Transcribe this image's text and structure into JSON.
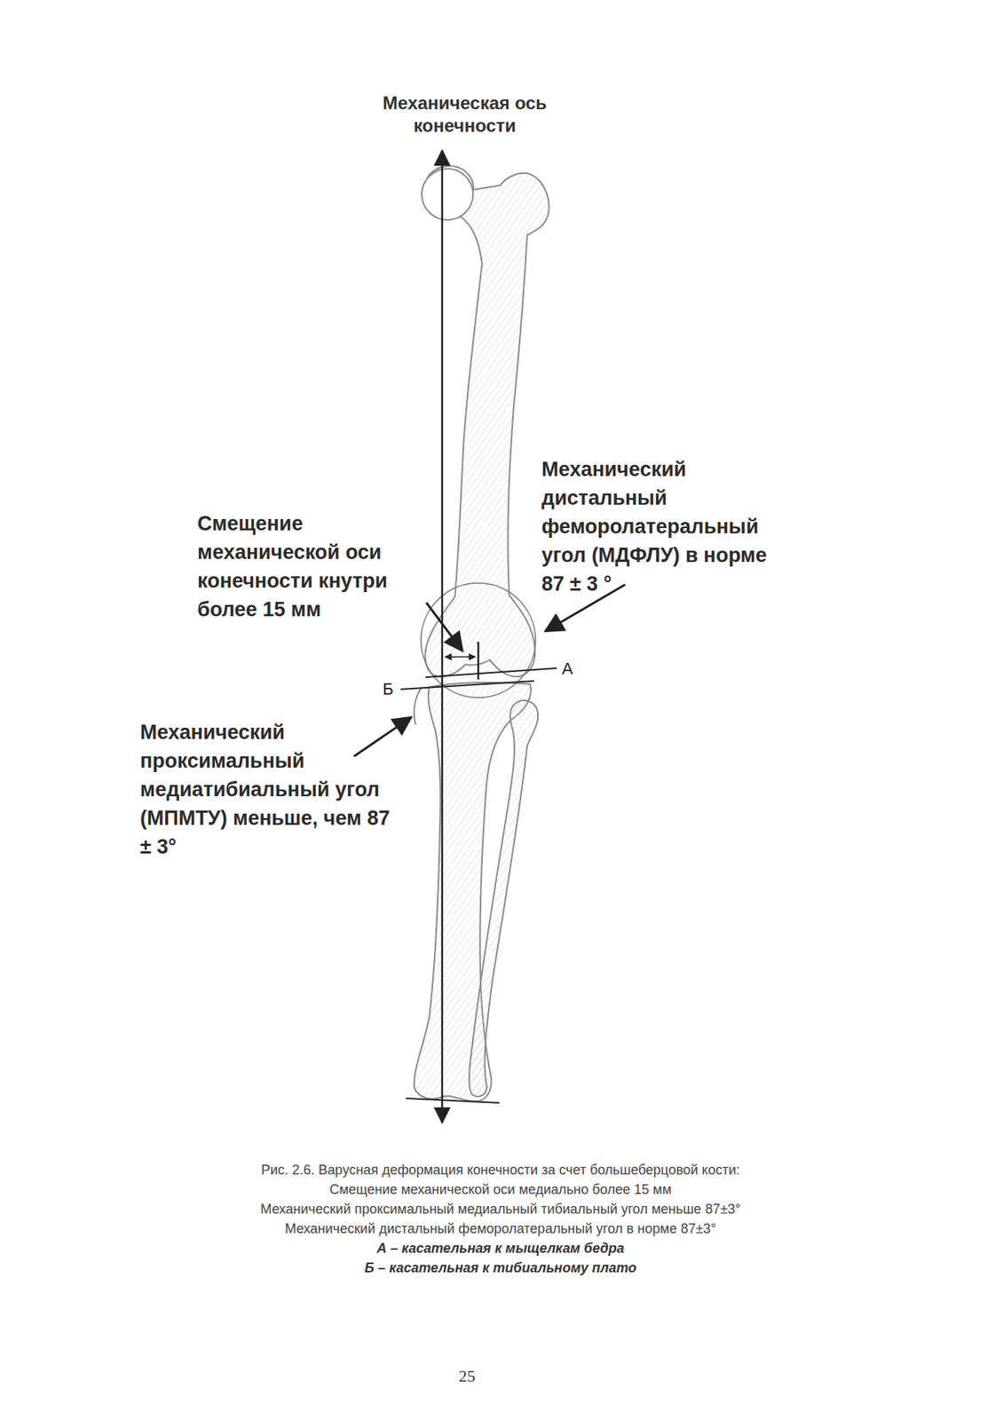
{
  "diagram": {
    "caption": "Рис. 2.6. Варусная деформация конечности за счет большеберцовой кости:",
    "labels": [
      "Механическая ось конечности",
      "Смещение механической оси конечности кнутри более 15 мм",
      "Механический дистальный феморолатеральный угол (МДФЛУ) в норме 87 ± 3 °",
      "А",
      "Б",
      "Механический проксимальный медиатибиальный угол (МПМТУ) меньше, чем 87 ± 3°",
      "Смещение механической оси медиально более 15 мм",
      "Механический проксимальный медиальный тибиальный угол меньше 87±3°",
      "Механический дистальный феморолатеральный угол в норме 87±3°",
      "А – касательная к мыщелкам бедра",
      "Б – касательная к тибиальному плато",
      "25"
    ]
  }
}
